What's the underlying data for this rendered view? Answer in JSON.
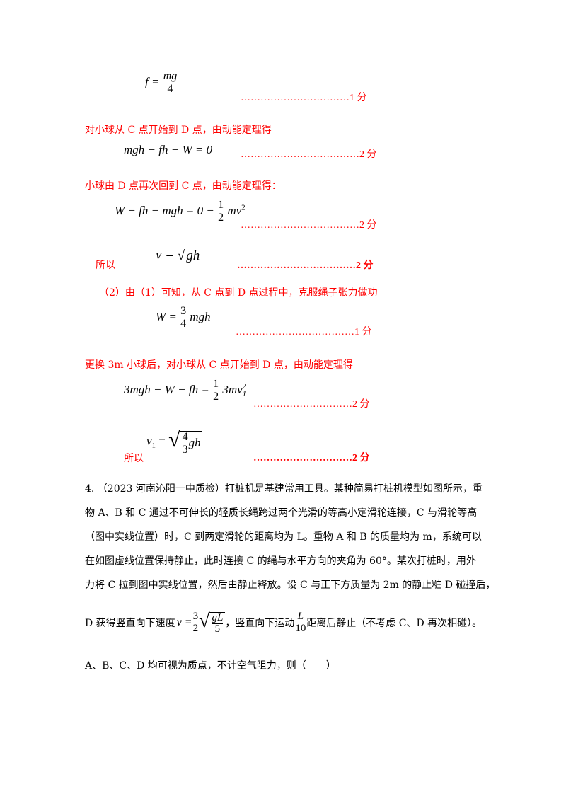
{
  "lines": {
    "eq1_left": "f =",
    "eq1_num": "mg",
    "eq1_den": "4",
    "eq1_score": "……………………………1 分",
    "t1": "对小球从 C 点开始到 D 点，由动能定理得",
    "eq2": "mgh − fh − W = 0",
    "eq2_score": "………………………………2 分",
    "t2": "小球由 D 点再次回到 C 点，由动能定理得：",
    "eq3_left": "W − fh − mgh = 0 −",
    "eq3_num": "1",
    "eq3_den": "2",
    "eq3_right": "mv",
    "eq3_sup": "2",
    "eq3_score": "………………………………2 分",
    "t3": "所以",
    "eq4_left": "v =",
    "eq4_rad": "gh",
    "eq4_score": "………………………………2 分",
    "t4": "（2）由（1）可知，从 C 点到 D 点过程中，克服绳子张力做功",
    "eq5_left": "W =",
    "eq5_num": "3",
    "eq5_den": "4",
    "eq5_right": "mgh",
    "eq5_score": "………………………………1 分",
    "t5": "更换 3m 小球后，对小球从 C 点开始到 D 点，由动能定理得",
    "eq6_left": "3mgh − W − fh =",
    "eq6_num": "1",
    "eq6_den": "2",
    "eq6_right": "3mv",
    "eq6_sub": "1",
    "eq6_sup": "2",
    "eq6_score": "…………………………2 分",
    "t6": "所以",
    "eq7_left": "v",
    "eq7_sub": "1",
    "eq7_eq": "=",
    "eq7_num": "4",
    "eq7_den": "3",
    "eq7_rad": "gh",
    "eq7_score": "…………………………2 分"
  },
  "question": {
    "q1": "4. （2023 河南沁阳一中质检）打桩机是基建常用工具。某种简易打桩机模型如图所示，重",
    "q2": "物 A、B 和 C 通过不可伸长的轻质长绳跨过两个光滑的等高小定滑轮连接，C 与滑轮等高",
    "q3": "（图中实线位置）时，C 到两定滑轮的距离均为 L。重物 A 和 B 的质量均为 m，系统可以",
    "q4": "在如图虚线位置保持静止，此时连接 C 的绳与水平方向的夹角为 60°。某次打桩时，用外",
    "q5": "力将 C 拉到图中实线位置，然后由静止释放。设 C 与正下方质量为 2m 的静止粧 D 碰撞后，",
    "q6_a": "D 获得竖直向下速度",
    "q6_v": "v =",
    "q6_num": "3",
    "q6_den": "2",
    "q6_rad_num": "gL",
    "q6_rad_den": "5",
    "q6_b": "，竖直向下运动",
    "q6_fnum": "L",
    "q6_fden": "10",
    "q6_c": "距离后静止（不考虑 C、D 再次相碰）。",
    "q7": "A、B、C、D 均可视为质点，不计空气阻力，则（　　）"
  }
}
